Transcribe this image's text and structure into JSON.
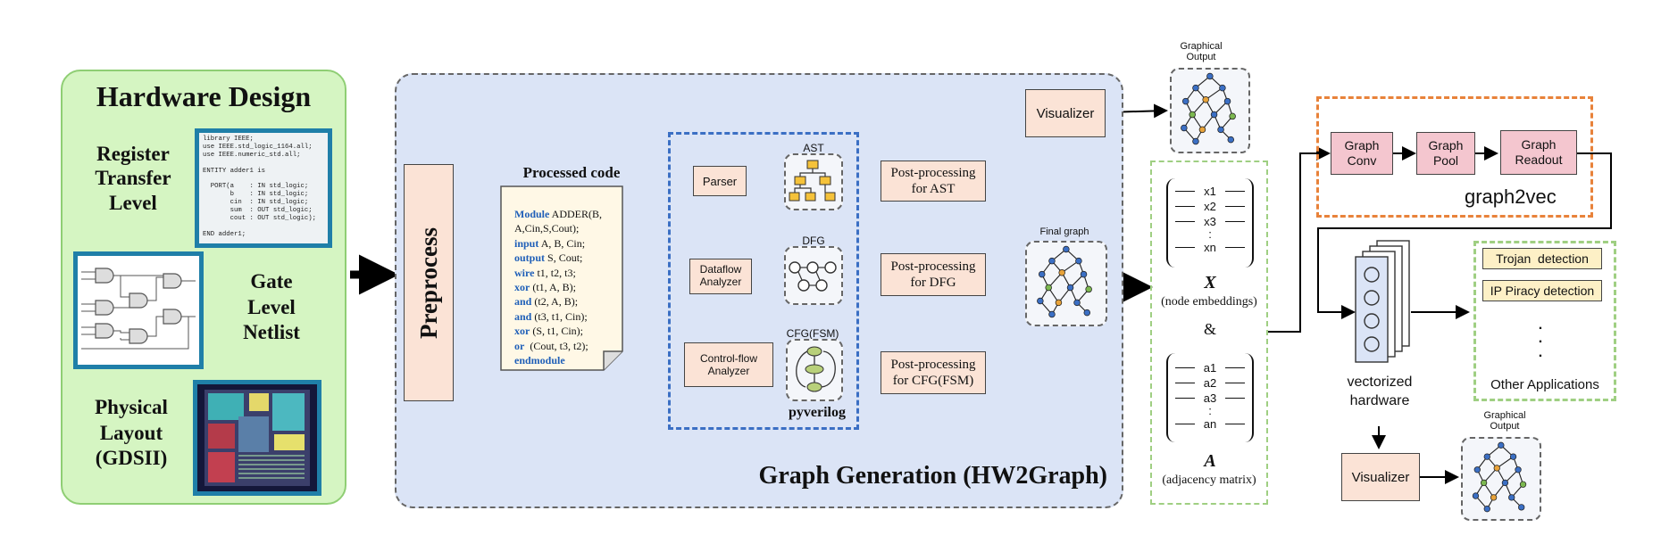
{
  "hardware_design": {
    "title": "Hardware Design",
    "rtl_label": "Register\nTransfer\nLevel",
    "gate_label": "Gate\nLevel\nNetlist",
    "layout_label": "Physical\nLayout\n(GDSII)",
    "rtl_code": [
      "library IEEE;",
      "use IEEE.std_logic_1164.all;",
      "use IEEE.numeric_std.all;",
      "",
      "ENTITY adder1 is",
      "",
      "  PORT(a    : IN std_logic;",
      "       b    : IN std_logic;",
      "       cin  : IN std_logic;",
      "       sum  : OUT std_logic;",
      "       cout : OUT std_logic);",
      "",
      "END adder1;"
    ]
  },
  "graph_generation": {
    "title": "Graph Generation (HW2Graph)",
    "preprocess": "Preprocess",
    "processed_code_title": "Processed code",
    "processed_code": [
      {
        "kw": "Module",
        "rest": " ADDER(B,"
      },
      {
        "kw": "",
        "rest": "A,Cin,S,Cout);"
      },
      {
        "kw": "input",
        "rest": " A, B, Cin;"
      },
      {
        "kw": "output",
        "rest": " S, Cout;"
      },
      {
        "kw": "wire",
        "rest": " t1, t2, t3;"
      },
      {
        "kw": "xor",
        "rest": " (t1, A, B);"
      },
      {
        "kw": "and",
        "rest": " (t2, A, B);"
      },
      {
        "kw": "and",
        "rest": " (t3, t1, Cin);"
      },
      {
        "kw": "xor",
        "rest": " (S, t1, Cin);"
      },
      {
        "kw": "or",
        "rest": "  (Cout, t3, t2);"
      },
      {
        "kw": "endmodule",
        "rest": ""
      }
    ],
    "parser": "Parser",
    "dataflow": "Dataflow\nAnalyzer",
    "controlflow": "Control-flow\nAnalyzer",
    "ast": "AST",
    "dfg": "DFG",
    "cfg": "CFG(FSM)",
    "pyverilog": "pyverilog",
    "pp_ast": "Post-processing\nfor AST",
    "pp_dfg": "Post-processing\nfor DFG",
    "pp_cfg": "Post-processing\nfor CFG(FSM)",
    "final_graph": "Final graph",
    "visualizer": "Visualizer"
  },
  "graphical_output": "Graphical\nOutput",
  "embeddings": {
    "x_rows": [
      "x1",
      "x2",
      "x3",
      ":",
      "xn"
    ],
    "x_label": "X",
    "x_caption": "(node embeddings)",
    "amp": "&",
    "a_rows": [
      "a1",
      "a2",
      "a3",
      ":",
      "an"
    ],
    "a_label": "A",
    "a_caption": "(adjacency matrix)"
  },
  "graph2vec": {
    "title": "graph2vec",
    "conv": "Graph\nConv",
    "pool": "Graph\nPool",
    "readout": "Graph\nReadout"
  },
  "applications": {
    "vectorized": "vectorized\nhardware",
    "trojan": "Trojan  detection",
    "piracy": "IP Piracy detection",
    "dots": ".\n.\n.",
    "other": "Other Applications",
    "visualizer": "Visualizer",
    "graphical_output": "Graphical\nOutput"
  },
  "colors": {
    "green_panel": "#d5f5c2",
    "blue_panel": "#dbe4f6",
    "peach": "#fbe3d6",
    "pink": "#f4c6cf",
    "orange_dash": "#e8823a",
    "blue_dash": "#3b6fc4",
    "green_dash": "#9fcf82",
    "teal_frame": "#1f7fa8"
  }
}
